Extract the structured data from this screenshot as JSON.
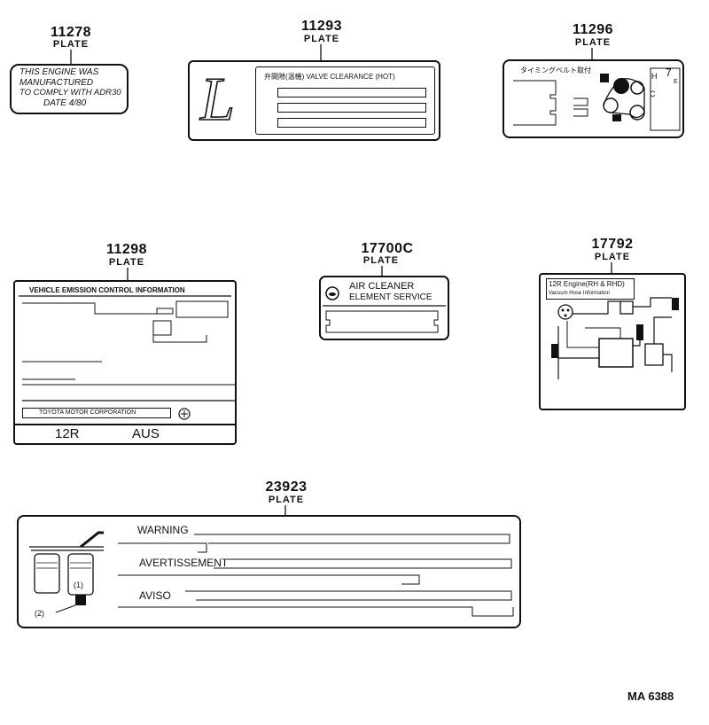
{
  "plates": [
    {
      "id": "p11278",
      "number": "11278",
      "label": "PLATE",
      "lines": [
        "THIS ENGINE WAS",
        "MANUFACTURED",
        "TO COMPLY WITH ADR30",
        "DATE  4/80"
      ]
    },
    {
      "id": "p11293",
      "number": "11293",
      "label": "PLATE",
      "logo": "L",
      "header": "弁間隙(温機)  VALVE CLEARANCE (HOT)"
    },
    {
      "id": "p11296",
      "number": "11296",
      "label": "PLATE",
      "header": "タイミングベルト取付",
      "marks": {
        "h": "H",
        "c": "C",
        "e": "E",
        "seven": "7"
      }
    },
    {
      "id": "p11298",
      "number": "11298",
      "label": "PLATE",
      "header": "VEHICLE  EMISSION  CONTROL  INFORMATION",
      "maker": "TOYOTA MOTOR   CORPORATION",
      "engine": "12R",
      "market": "AUS"
    },
    {
      "id": "p17700c",
      "number": "17700C",
      "label": "PLATE",
      "line1": "AIR  CLEANER",
      "line2": "ELEMENT SERVICE"
    },
    {
      "id": "p17792",
      "number": "17792",
      "label": "PLATE",
      "line1": "12R Engine(RH & RHD)",
      "line2": "Vacuum Hose Information"
    },
    {
      "id": "p23923",
      "number": "23923",
      "label": "PLATE",
      "warning": "WARNING",
      "avertissement": "AVERTISSEMENT",
      "aviso": "AVISO",
      "callout1": "(1)",
      "callout2": "(2)"
    }
  ],
  "footer": {
    "code": "MA  6388"
  }
}
